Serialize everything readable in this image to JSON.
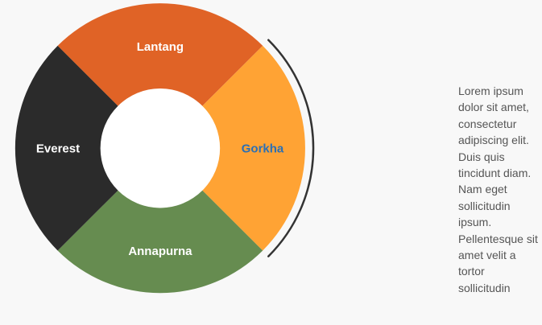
{
  "colors": {
    "background": "#f8f8f8",
    "hole": "#ffffff",
    "selected_arc": "#333333",
    "selected_label": "#2a6fb5",
    "label_default": "#ffffff",
    "body_text": "#555555"
  },
  "wheel": {
    "segments": [
      {
        "id": "lantang",
        "label": "Lantang",
        "color": "#e06326",
        "selected": false
      },
      {
        "id": "gorkha",
        "label": "Gorkha",
        "color": "#ffa334",
        "selected": true
      },
      {
        "id": "annapurna",
        "label": "Annapurna",
        "color": "#668c50",
        "selected": false
      },
      {
        "id": "everest",
        "label": "Everest",
        "color": "#2b2b2b",
        "selected": false
      }
    ]
  },
  "side_panel": {
    "text": "Lorem ipsum dolor sit amet, consectetur adipiscing elit. Duis quis tincidunt diam. Nam eget sollicitudin ipsum. Pellentesque sit amet velit a tortor sollicitudin"
  }
}
